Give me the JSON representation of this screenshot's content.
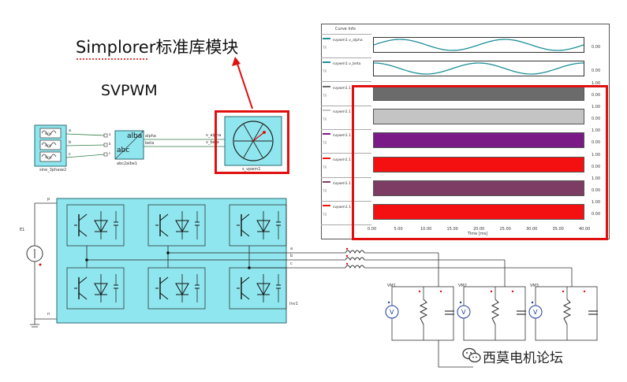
{
  "title": "Simplorer标准库模块",
  "subtitle": "SVPWM",
  "sine_block": {
    "label": "sine_3phase2",
    "sources": [
      "sine",
      "sine",
      "sine"
    ],
    "ports": [
      "a",
      "b",
      "c"
    ]
  },
  "clarke_block": {
    "label": "abc2albe1",
    "top": "abc",
    "right": "alba",
    "in_ports": [
      "a",
      "b",
      "c"
    ],
    "out_ports": [
      "alpha",
      "beta"
    ]
  },
  "svpwm_block": {
    "label": "s_vpwm1",
    "in_ports": [
      "v_alpha",
      "v_beta"
    ]
  },
  "curve_panel": {
    "header": "Curve Info",
    "trace_tag": "TR",
    "rows": [
      {
        "name": "svpwm1.v_alpha",
        "ymax": "",
        "ymin": "0.00",
        "color": "#1b8f96",
        "type": "sine",
        "phase": 0
      },
      {
        "name": "svpwm1.v_beta",
        "ymax": "",
        "ymin": "0.00",
        "color": "#1b8f96",
        "type": "sine",
        "phase": 90
      },
      {
        "name": "svpwm1.1",
        "ymax": "1.00",
        "ymin": "0.00",
        "color": "#6b6b6b",
        "type": "band"
      },
      {
        "name": "svpwm1.1",
        "ymax": "1.00",
        "ymin": "0.00",
        "color": "#c4c4c4",
        "type": "band"
      },
      {
        "name": "svpwm1.1",
        "ymax": "1.00",
        "ymin": "0.00",
        "color": "#7a1a86",
        "type": "band"
      },
      {
        "name": "svpwm1.1",
        "ymax": "1.00",
        "ymin": "0.00",
        "color": "#f41010",
        "type": "band"
      },
      {
        "name": "svpwm1.1",
        "ymax": "1.00",
        "ymin": "0.00",
        "color": "#7c3c64",
        "type": "band"
      },
      {
        "name": "svpwm1.1",
        "ymax": "1.00",
        "ymin": "0.00",
        "color": "#f41010",
        "type": "band"
      }
    ],
    "x_ticks": [
      "0.00",
      "5.00",
      "10.00",
      "15.00",
      "20.00",
      "25.00",
      "30.00",
      "35.00",
      "40.00"
    ],
    "x_label": "Time [ms]"
  },
  "inverter": {
    "label": "Inv1",
    "dc_source": "E1",
    "plus": "p",
    "minus": "n",
    "phases": [
      "a",
      "b",
      "c"
    ]
  },
  "loads": [
    {
      "label": "VM1"
    },
    {
      "label": "VM2"
    },
    {
      "label": "VM3"
    }
  ],
  "watermark": "西莫电机论坛",
  "colors": {
    "accent_red": "#e01010",
    "block_cyan": "#8fe6ee",
    "trace_teal": "#1b8f96"
  }
}
